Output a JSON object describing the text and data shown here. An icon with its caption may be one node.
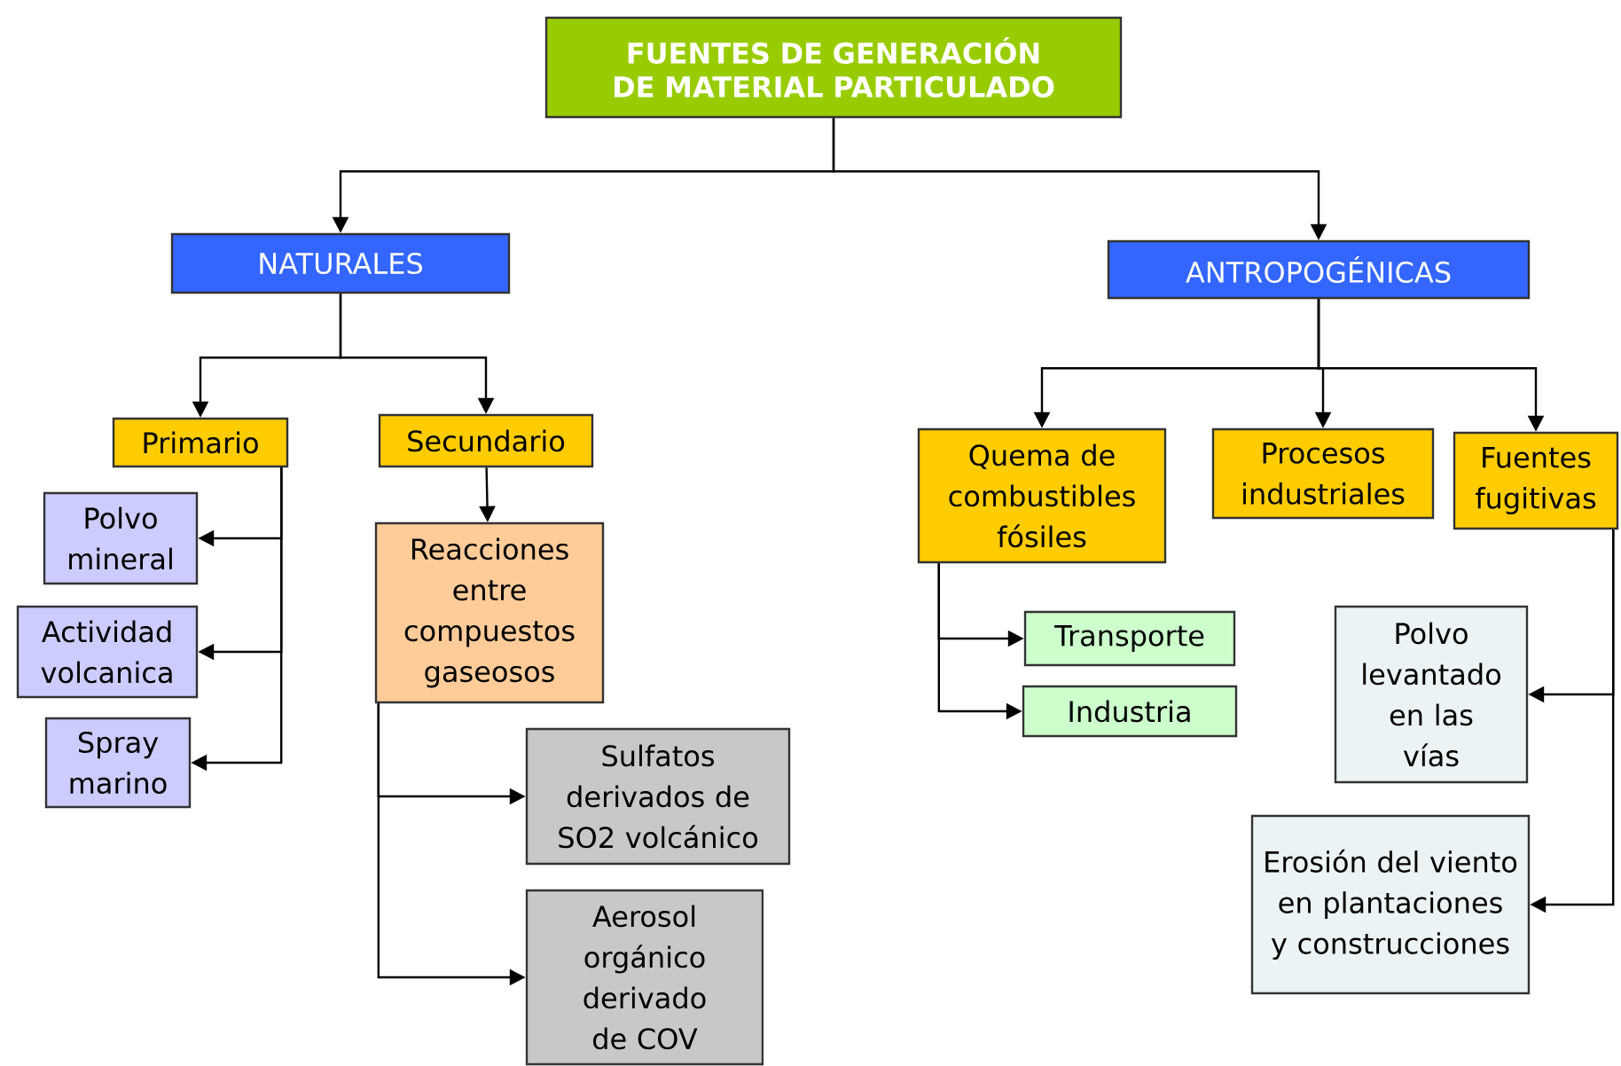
{
  "diagram": {
    "nodes": [
      {
        "text": [
          "FUENTES DE GENERACIÓN DE MATERIAL PARTICULADO"
        ]
      },
      {
        "text": [
          "NATURALES"
        ]
      },
      {
        "text": [
          "ANTROPOGÉNICAS"
        ]
      },
      {
        "text": [
          "Primario"
        ]
      },
      {
        "text": [
          "Secundario"
        ]
      },
      {
        "text": [
          "Polvo mineral"
        ]
      },
      {
        "text": [
          "Actividad volcanica"
        ]
      },
      {
        "text": [
          "Spray marino"
        ]
      },
      {
        "text": [
          "Reacciones entre compuestos gaseosos"
        ]
      },
      {
        "text": [
          "Sulfatos derivados de SO2 volcánico"
        ]
      },
      {
        "text": [
          "Aerosol orgánico derivado de COV"
        ]
      },
      {
        "text": [
          "Quema de combustibles fósiles"
        ]
      },
      {
        "text": [
          "Procesos industriales"
        ]
      },
      {
        "text": [
          "Fuentes fugitivas"
        ]
      },
      {
        "text": [
          "Transporte"
        ]
      },
      {
        "text": [
          "Industria"
        ]
      },
      {
        "text": [
          "Polvo levantado en las vías"
        ]
      },
      {
        "text": [
          "Erosión del viento en plantaciones y construcciones"
        ]
      }
    ],
    "edges": [
      {
        "from": 0,
        "to": 1,
        "arrow": "to"
      },
      {
        "from": 0,
        "to": 2,
        "arrow": "to"
      },
      {
        "from": 1,
        "to": 3,
        "arrow": "to"
      },
      {
        "from": 1,
        "to": 4,
        "arrow": "to"
      },
      {
        "from": 3,
        "to": 5,
        "arrow": "to"
      },
      {
        "from": 3,
        "to": 6,
        "arrow": "to"
      },
      {
        "from": 3,
        "to": 7,
        "arrow": "to"
      },
      {
        "from": 4,
        "to": 8,
        "arrow": "to"
      },
      {
        "from": 8,
        "to": 9,
        "arrow": "to"
      },
      {
        "from": 8,
        "to": 10,
        "arrow": "to"
      },
      {
        "from": 2,
        "to": 11,
        "arrow": "to"
      },
      {
        "from": 2,
        "to": 12,
        "arrow": "to"
      },
      {
        "from": 2,
        "to": 13,
        "arrow": "to"
      },
      {
        "from": 11,
        "to": 14,
        "arrow": "to"
      },
      {
        "from": 11,
        "to": 15,
        "arrow": "to"
      },
      {
        "from": 13,
        "to": 16,
        "arrow": "to"
      },
      {
        "from": 13,
        "to": 17,
        "arrow": "to"
      }
    ]
  }
}
